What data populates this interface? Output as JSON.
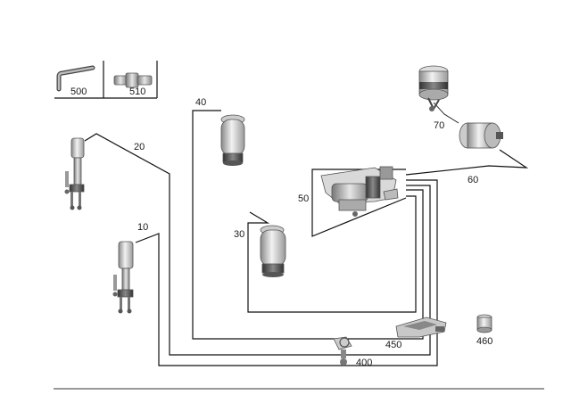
{
  "parts": {
    "p500": {
      "number": "500"
    },
    "p510": {
      "number": "510"
    },
    "p40": {
      "number": "40"
    },
    "p20": {
      "number": "20"
    },
    "p10": {
      "number": "10"
    },
    "p30": {
      "number": "30"
    },
    "p50": {
      "number": "50"
    },
    "p60": {
      "number": "60"
    },
    "p70": {
      "number": "70"
    },
    "p400": {
      "number": "400"
    },
    "p450": {
      "number": "450"
    },
    "p460": {
      "number": "460"
    }
  }
}
